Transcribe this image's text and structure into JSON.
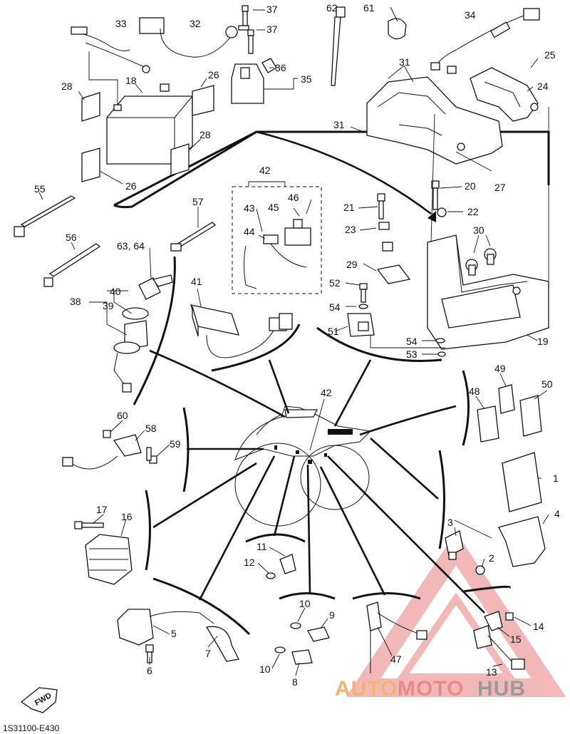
{
  "diagram": {
    "reference_code": "1S31100-E430",
    "fwd_label": "FWD",
    "part_numbers": [
      "1",
      "2",
      "3",
      "4",
      "5",
      "6",
      "7",
      "8",
      "9",
      "10",
      "11",
      "12",
      "13",
      "14",
      "15",
      "16",
      "17",
      "18",
      "19",
      "20",
      "21",
      "22",
      "23",
      "24",
      "25",
      "26",
      "27",
      "28",
      "29",
      "30",
      "31",
      "32",
      "33",
      "34",
      "35",
      "36",
      "37",
      "38",
      "39",
      "40",
      "41",
      "42",
      "43",
      "44",
      "45",
      "46",
      "47",
      "48",
      "49",
      "50",
      "51",
      "52",
      "53",
      "54",
      "55",
      "56",
      "57",
      "58",
      "59",
      "60",
      "61",
      "62",
      "63, 64"
    ]
  },
  "watermark": {
    "text_a": "AUTO",
    "text_b": "MOTO",
    "text_c": "HUB",
    "color_a": "#f2b46e",
    "color_b": "#e98a8a",
    "color_c": "#9a9a9a"
  }
}
